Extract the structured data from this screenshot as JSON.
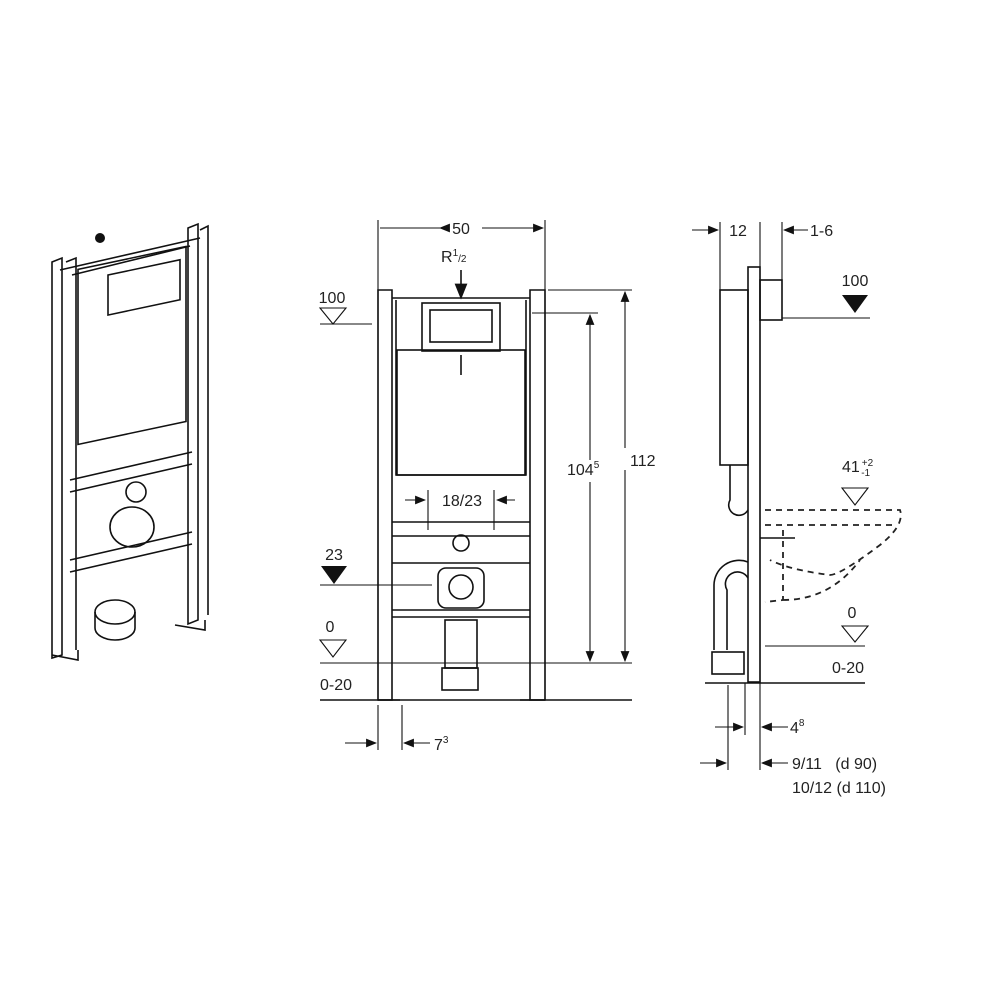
{
  "iso_view": {
    "title": ""
  },
  "front_view": {
    "width": "50",
    "thread": "R",
    "thread_sup": "1",
    "thread_sub": "/2",
    "inner_width": "18/23",
    "level_top": "100",
    "level_connection": "23",
    "level_floor": "0",
    "floor_adjust": "0-20",
    "height_inner": "104",
    "height_inner_sup": "5",
    "height_total": "112",
    "foot_offset": "7",
    "foot_offset_sup": "3"
  },
  "side_view": {
    "depth": "12",
    "plate_gap": "1-6",
    "level_top": "100",
    "seat_height": "41",
    "seat_tol_plus": "+2",
    "seat_tol_minus": "-1",
    "level_floor": "0",
    "floor_adjust": "0-20",
    "pipe_offset": "4",
    "pipe_offset_sup": "8",
    "pipe_d90": "9/11   (d 90)",
    "pipe_d110": "10/12 (d 110)"
  }
}
